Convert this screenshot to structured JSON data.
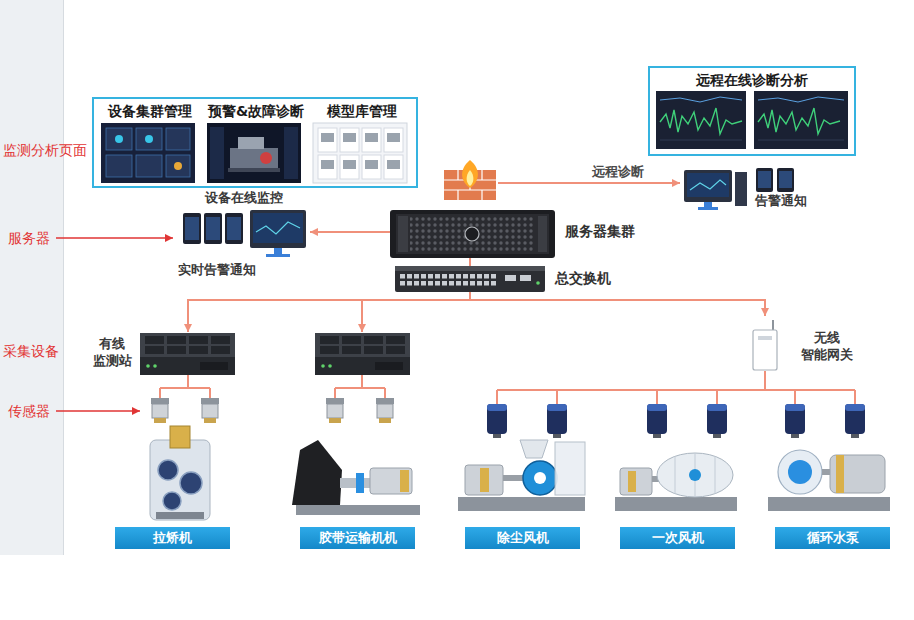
{
  "diagram": {
    "nodes": [
      {
        "text": [
          "设备集群管理",
          "预警&故障诊断",
          "模型库管理"
        ]
      },
      {
        "text": [
          "远程在线诊断分析"
        ]
      },
      {
        "text": [
          "告警通知"
        ]
      },
      {
        "text": [
          "设备在线监控",
          "实时告警通知"
        ]
      },
      {
        "text": [
          "服务器集群"
        ]
      },
      {
        "text": [
          "总交换机"
        ]
      },
      {
        "text": [
          "有线 监测站"
        ]
      },
      {
        "text": [
          "无线 智能网关"
        ]
      },
      {
        "text": [
          "拉矫机"
        ]
      },
      {
        "text": [
          "胶带运输机机"
        ]
      },
      {
        "text": [
          "除尘风机"
        ]
      },
      {
        "text": [
          "一次风机"
        ]
      },
      {
        "text": [
          "循环水泵"
        ]
      }
    ],
    "edges": [
      {
        "from": 4,
        "to": 3,
        "arrow": "to"
      },
      {
        "from": 4,
        "to": 2,
        "label": "远程诊断",
        "arrow": "to"
      },
      {
        "from": 5,
        "to": 4,
        "arrow": "none"
      },
      {
        "from": 5,
        "to": 6,
        "arrow": "to"
      },
      {
        "from": 5,
        "to": 7,
        "arrow": "to"
      }
    ],
    "labels": [
      "监测分析页面",
      "服务器",
      "采集设备",
      "传感器"
    ]
  }
}
